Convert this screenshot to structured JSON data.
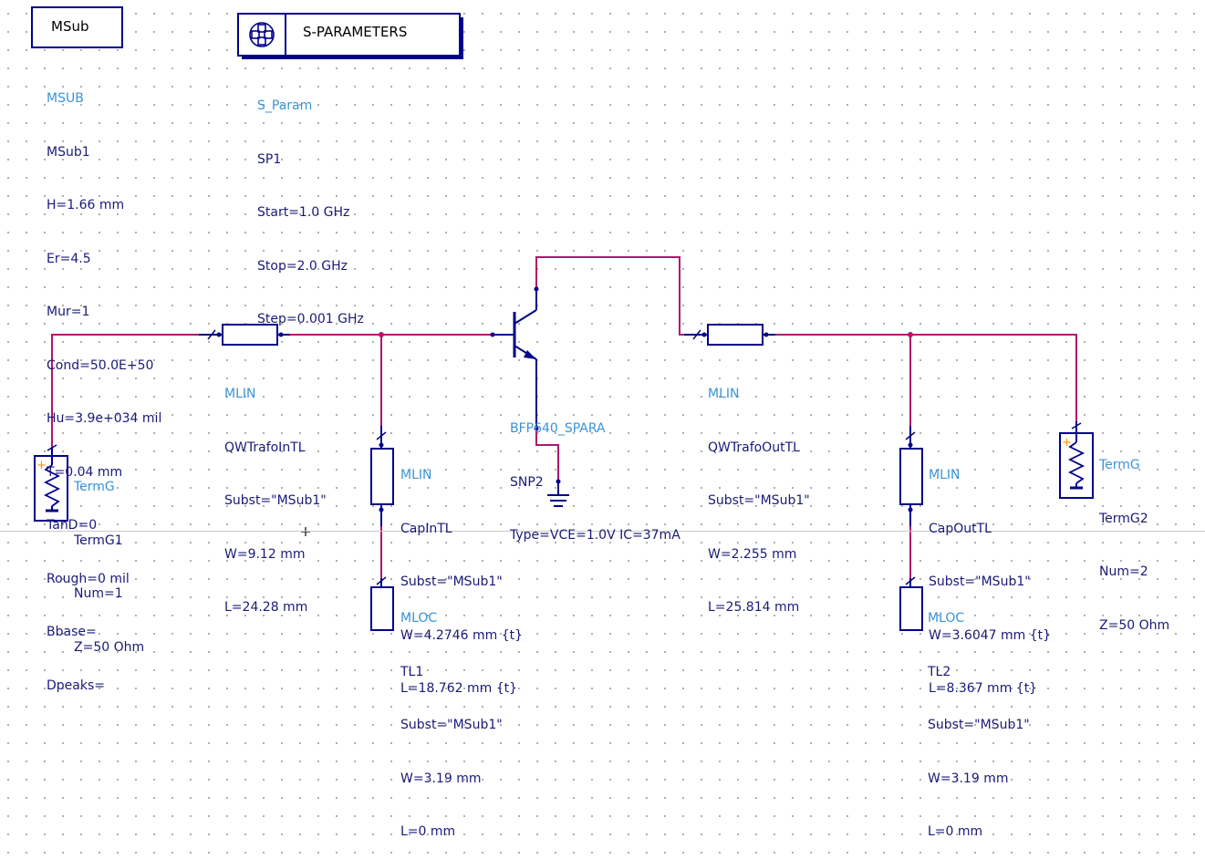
{
  "msub_box": {
    "label": "MSub"
  },
  "sparam_box": {
    "label": "S-PARAMETERS"
  },
  "components": {
    "msub": {
      "type": "MSUB",
      "name": "MSub1",
      "params": [
        "H=1.66 mm",
        "Er=4.5",
        "Mur=1",
        "Cond=50.0E+50",
        "Hu=3.9e+034 mil",
        "T=0.04 mm",
        "TanD=0",
        "Rough=0 mil",
        "Bbase=",
        "Dpeaks="
      ]
    },
    "sparam": {
      "type": "S_Param",
      "name": "SP1",
      "params": [
        "Start=1.0 GHz",
        "Stop=2.0 GHz",
        "Step=0.001 GHz"
      ]
    },
    "qw_in": {
      "type": "MLIN",
      "name": "QWTrafoInTL",
      "params": [
        "Subst=\"MSub1\"",
        "W=9.12 mm",
        "L=24.28 mm"
      ]
    },
    "transistor": {
      "type": "BFP640_SPARA",
      "name": "SNP2",
      "params": [
        "Type=VCE=1.0V IC=37mA"
      ]
    },
    "qw_out": {
      "type": "MLIN",
      "name": "QWTrafoOutTL",
      "params": [
        "Subst=\"MSub1\"",
        "W=2.255 mm",
        "L=25.814 mm"
      ]
    },
    "cap_in": {
      "type": "MLIN",
      "name": "CapInTL",
      "params": [
        "Subst=\"MSub1\"",
        "W=4.2746 mm {t}",
        "L=18.762 mm {t}"
      ]
    },
    "cap_out": {
      "type": "MLIN",
      "name": "CapOutTL",
      "params": [
        "Subst=\"MSub1\"",
        "W=3.6047 mm {t}",
        "L=8.367 mm {t}"
      ]
    },
    "tl1": {
      "type": "MLOC",
      "name": "TL1",
      "params": [
        "Subst=\"MSub1\"",
        "W=3.19 mm",
        "L=0 mm"
      ]
    },
    "tl2": {
      "type": "MLOC",
      "name": "TL2",
      "params": [
        "Subst=\"MSub1\"",
        "W=3.19 mm",
        "L=0 mm"
      ]
    },
    "term1": {
      "type": "TermG",
      "name": "TermG1",
      "params": [
        "Num=1",
        "Z=50 Ohm"
      ]
    },
    "term2": {
      "type": "TermG",
      "name": "TermG2",
      "params": [
        "Num=2",
        "Z=50 Ohm"
      ]
    }
  },
  "colors": {
    "wire": "#b0166e",
    "component": "#00008b",
    "type_label": "#3a93d6",
    "param_label": "#1a1a78",
    "port": "#ff8c00"
  }
}
